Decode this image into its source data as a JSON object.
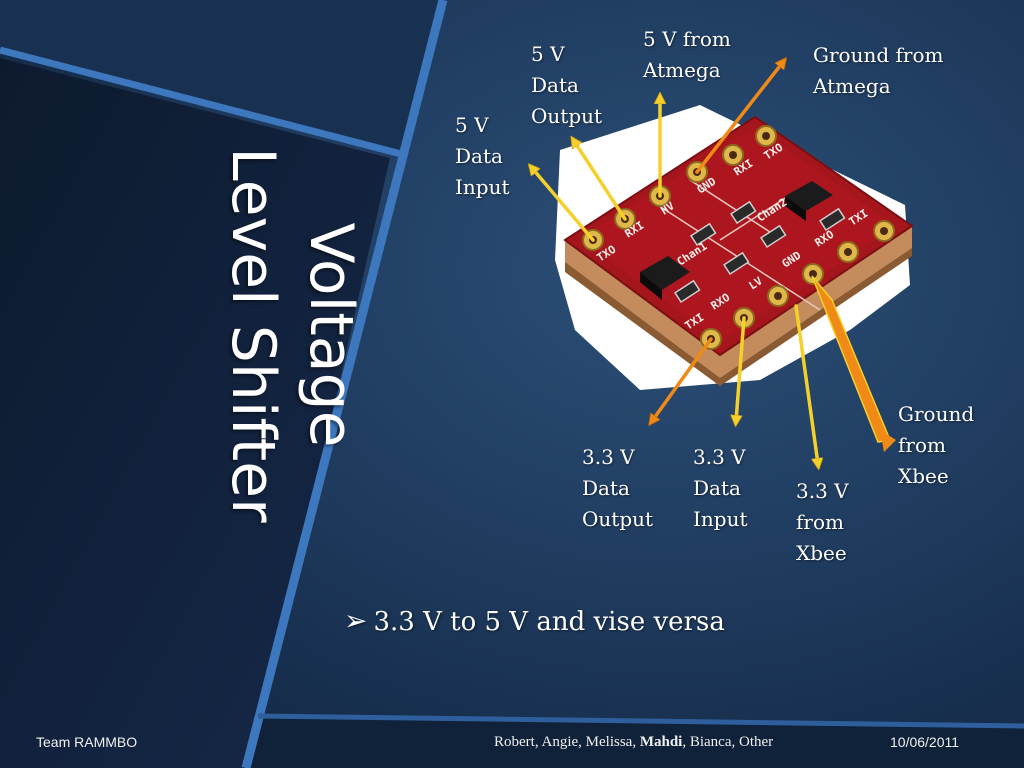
{
  "slide": {
    "title_line1": "Voltage",
    "title_line2": "Level Shifter"
  },
  "labels": {
    "hv_data_input": [
      "5 V",
      "Data",
      "Input"
    ],
    "hv_data_output": [
      "5 V",
      "Data",
      "Output"
    ],
    "hv_from_atmega": [
      "5 V from",
      "Atmega"
    ],
    "ground_from_atmega": [
      "Ground from",
      "Atmega"
    ],
    "ground_from_xbee": [
      "Ground",
      "from",
      "Xbee"
    ],
    "lv_data_output": [
      "3.3 V",
      "Data",
      "Output"
    ],
    "lv_data_input": [
      "3.3 V",
      "Data",
      "Input"
    ],
    "lv_from_xbee": [
      "3.3 V",
      "from",
      "Xbee"
    ]
  },
  "board_silkscreen": {
    "top_pins": [
      "TXO",
      "RXI",
      "HV",
      "GND",
      "RXI",
      "TXO"
    ],
    "bottom_pins": [
      "TXI",
      "RXO",
      "LV",
      "GND",
      "RXO",
      "TXI"
    ],
    "channels": [
      "Chan1",
      "Chan2"
    ]
  },
  "bullet": {
    "icon": "arrowhead-bullet",
    "text": "3.3 V to 5 V and vise versa"
  },
  "footer": {
    "team": "Team RAMMBO",
    "names_before": "Robert, Angie, Melissa, ",
    "names_bold": "Mahdi",
    "names_after": ", Bianca, Other",
    "date": "10/06/2011"
  },
  "colors": {
    "background": "#1f3b5e",
    "panel_border": "#3a73b8",
    "board_red": "#a5151c",
    "arrow_yellow": "#f5d02a",
    "arrow_orange": "#f08a16"
  }
}
